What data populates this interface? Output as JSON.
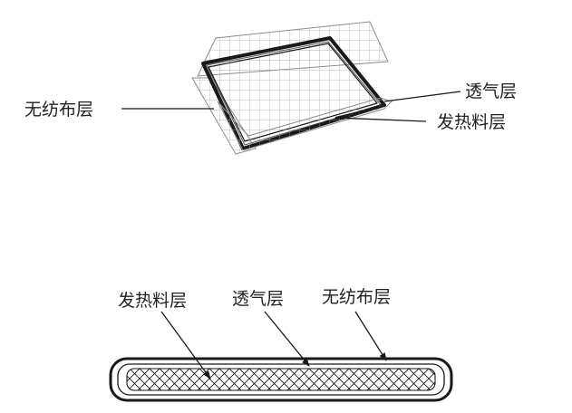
{
  "top_view": {
    "label_nonwoven": "无纺布层",
    "label_breathable": "透气层",
    "label_heating": "发热料层"
  },
  "cross_section": {
    "label_heating": "发热料层",
    "label_breathable": "透气层",
    "label_nonwoven": "无纺布层"
  },
  "colors": {
    "stroke": "#1a1a1a",
    "grid": "#9a9a9a",
    "text": "#222222"
  }
}
